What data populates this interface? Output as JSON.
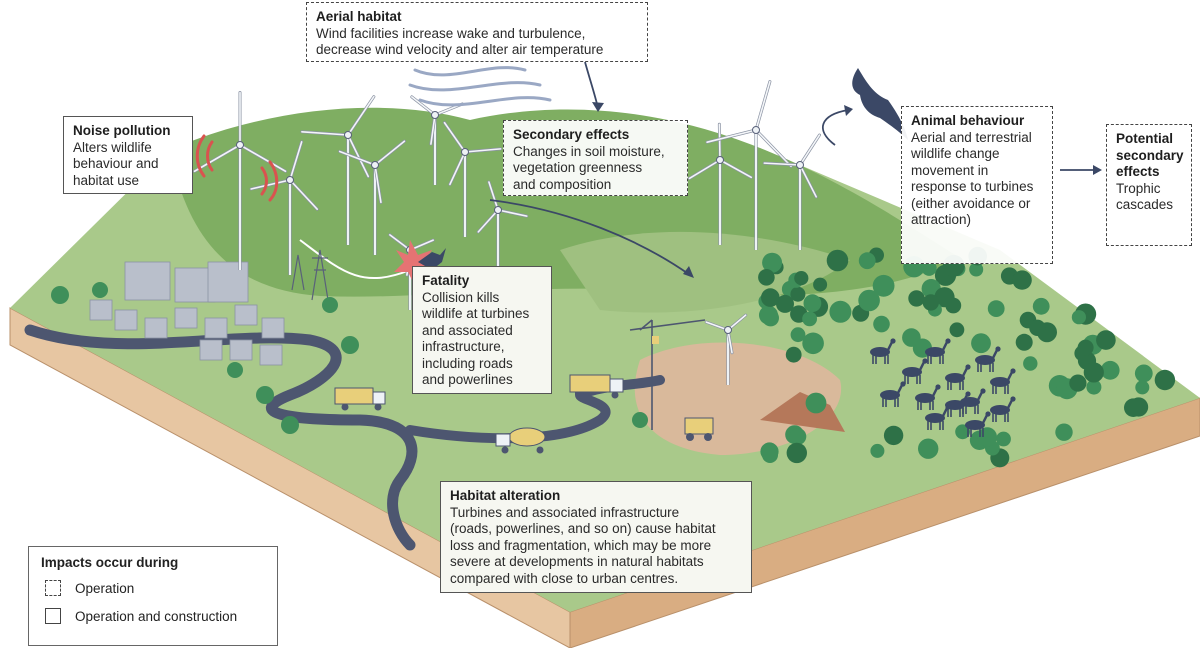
{
  "boxes": {
    "aerial": {
      "title": "Aerial habitat",
      "lines": [
        "Wind facilities increase wake and turbulence,",
        "decrease wind velocity and alter air temperature"
      ]
    },
    "noise": {
      "title": "Noise pollution",
      "lines": [
        "Alters wildlife",
        "behaviour and",
        "habitat use"
      ]
    },
    "secondary": {
      "title": "Secondary effects",
      "lines": [
        "Changes in soil moisture,",
        "vegetation greenness",
        "and composition"
      ]
    },
    "animal": {
      "title": "Animal behaviour",
      "lines": [
        "Aerial and terrestrial",
        "wildlife change",
        "movement in",
        "response to turbines",
        "(either avoidance or",
        "attraction)"
      ]
    },
    "potential": {
      "title_lines": [
        "Potential",
        "secondary",
        "effects"
      ],
      "lines": [
        "Trophic",
        "cascades"
      ]
    },
    "fatality": {
      "title": "Fatality",
      "lines": [
        "Collision kills",
        "wildlife at turbines",
        "and associated",
        "infrastructure,",
        "including roads",
        "and powerlines"
      ]
    },
    "habitat": {
      "title": "Habitat alteration",
      "lines": [
        "Turbines and associated infrastructure",
        "(roads, powerlines, and so on) cause habitat",
        "loss and fragmentation, which may be more",
        "severe at developments in natural habitats",
        "compared with close to urban centres."
      ]
    }
  },
  "legend": {
    "title": "Impacts occur during",
    "items": [
      {
        "style": "dashed",
        "label": "Operation"
      },
      {
        "style": "solid",
        "label": "Operation and construction"
      }
    ]
  },
  "colors": {
    "land_side": "#e7c6a2",
    "land_side_dark": "#d2a47a",
    "grass": "#7fae62",
    "grass_light": "#a9c98a",
    "soil": "#d9b99b",
    "road": "#4d5670",
    "tree": "#3f8f5a",
    "tree_dark": "#2e7147",
    "deer": "#3b4866",
    "turbine": "#eef2f6",
    "building": "#b9bfcb",
    "truck": "#e8cf7a",
    "arrow": "#3b4866",
    "wind": "#9aa8c4",
    "noise": "#d9534f"
  },
  "icons": [
    "wind-turbine-icon",
    "deer-icon",
    "bird-icon",
    "bat-icon",
    "truck-icon",
    "crane-icon",
    "tree-icon",
    "building-icon",
    "pylon-icon",
    "noise-waves-icon",
    "wind-icon",
    "arrow-icon"
  ]
}
